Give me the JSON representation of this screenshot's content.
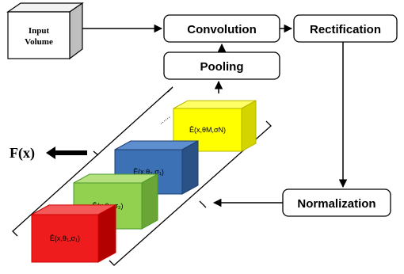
{
  "nodes": {
    "input": {
      "line1": "Input",
      "line2": "Volume"
    },
    "convolution": "Convolution",
    "rectification": "Rectification",
    "pooling": "Pooling",
    "normalization": "Normalization"
  },
  "output": {
    "label": "F(x)"
  },
  "cubes": [
    {
      "label": "Ê(x,θ₁,σ₁)",
      "face": "#ee1c1c",
      "top": "#f55a5a",
      "side": "#b30000",
      "stroke": "#cc0000"
    },
    {
      "label": "Ê(x,θ₂,σ₂)",
      "face": "#92d050",
      "top": "#b4e07e",
      "side": "#6aa535",
      "stroke": "#4e9a2e"
    },
    {
      "label": "Ê(x,θ₃,σ₁)",
      "face": "#3d71b5",
      "top": "#5d8fcf",
      "side": "#2a5286",
      "stroke": "#1f3f6e"
    },
    {
      "label": "Ê(x,θM,σN)",
      "face": "#ffff00",
      "top": "#ffff66",
      "side": "#d4d400",
      "stroke": "#b5b500"
    }
  ],
  "ellipsis": "......"
}
